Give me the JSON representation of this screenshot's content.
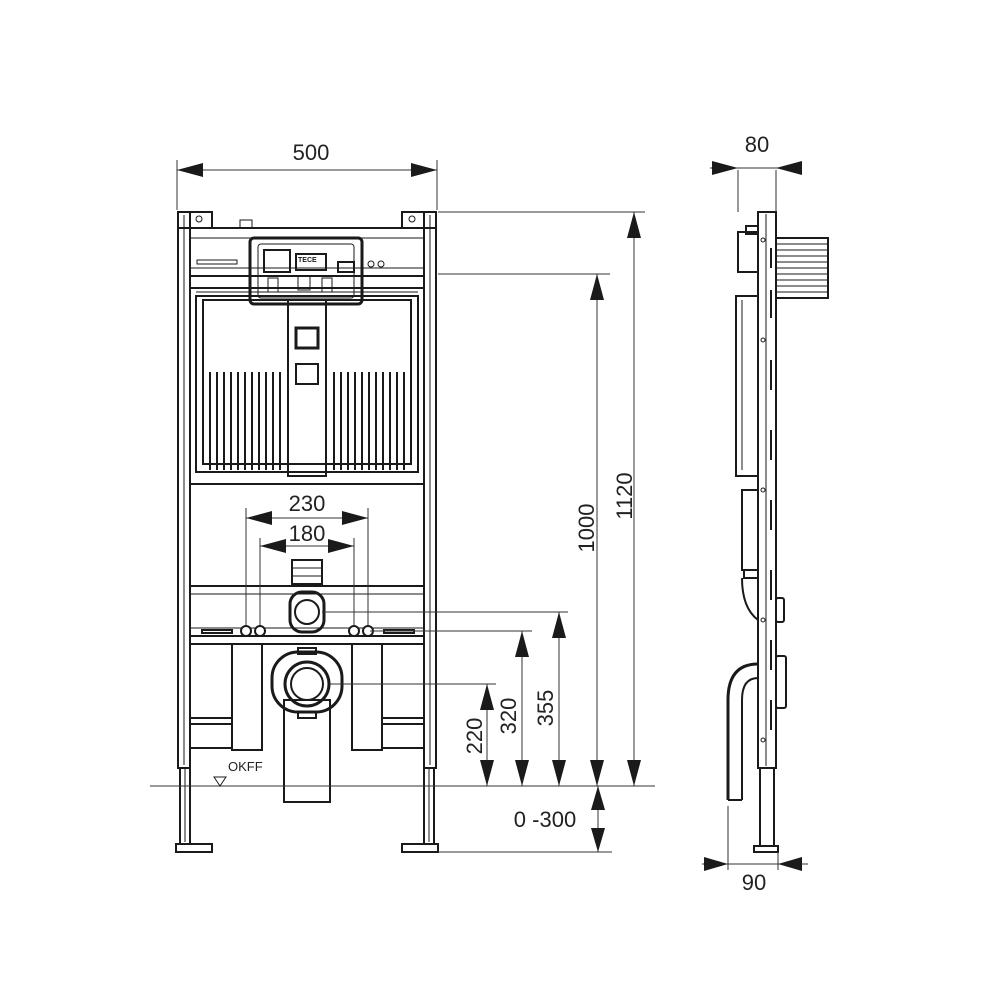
{
  "dimensions": {
    "width_total": "500",
    "depth_frame": "80",
    "depth_base": "90",
    "spacing_outer": "230",
    "spacing_inner": "180",
    "height_frame": "1000",
    "height_total": "1120",
    "height_220": "220",
    "height_320": "320",
    "height_355": "355",
    "leg_adjust": "0 -300"
  },
  "labels": {
    "floor_level": "OKFF",
    "brand": "TECE"
  }
}
